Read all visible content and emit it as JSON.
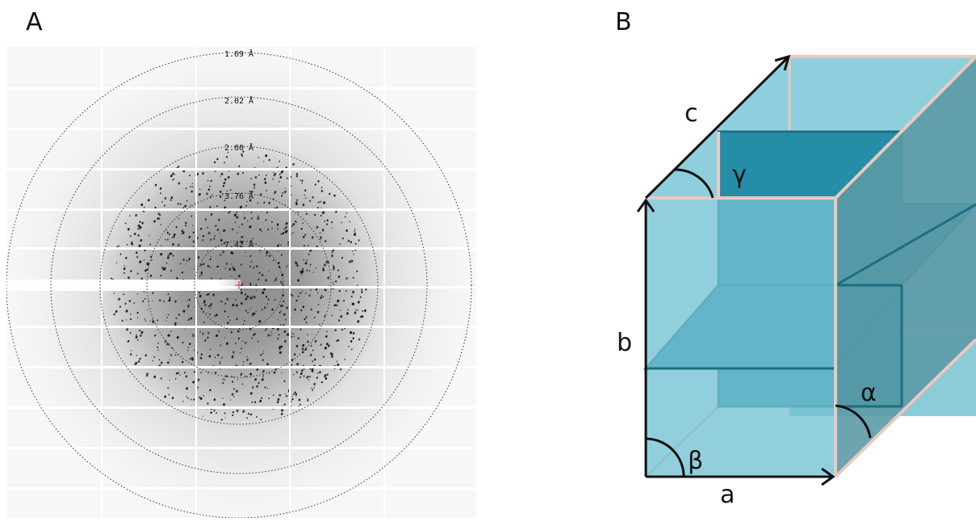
{
  "figure": {
    "panel_a_label": "A",
    "panel_b_label": "B"
  },
  "diffraction": {
    "resolution_rings": [
      {
        "label": "1.69 Å"
      },
      {
        "label": "2.02 Å"
      },
      {
        "label": "2.60 Å"
      },
      {
        "label": "3.76 Å"
      },
      {
        "label": "7.42 Å"
      }
    ],
    "colors": {
      "background": "#f4f4f4",
      "spot": "#1a1a1a",
      "ring": "#333333",
      "beam_center": "#d04050"
    }
  },
  "unit_cell": {
    "edges": {
      "a": "a",
      "b": "b",
      "c": "c"
    },
    "angles": {
      "alpha": "α",
      "beta": "β",
      "gamma": "γ"
    },
    "colors": {
      "face": "#73c1d2",
      "inner": "#258da5",
      "side": "#5c9aa6",
      "edge": "#e9c9c0",
      "axis": "#111111"
    }
  }
}
